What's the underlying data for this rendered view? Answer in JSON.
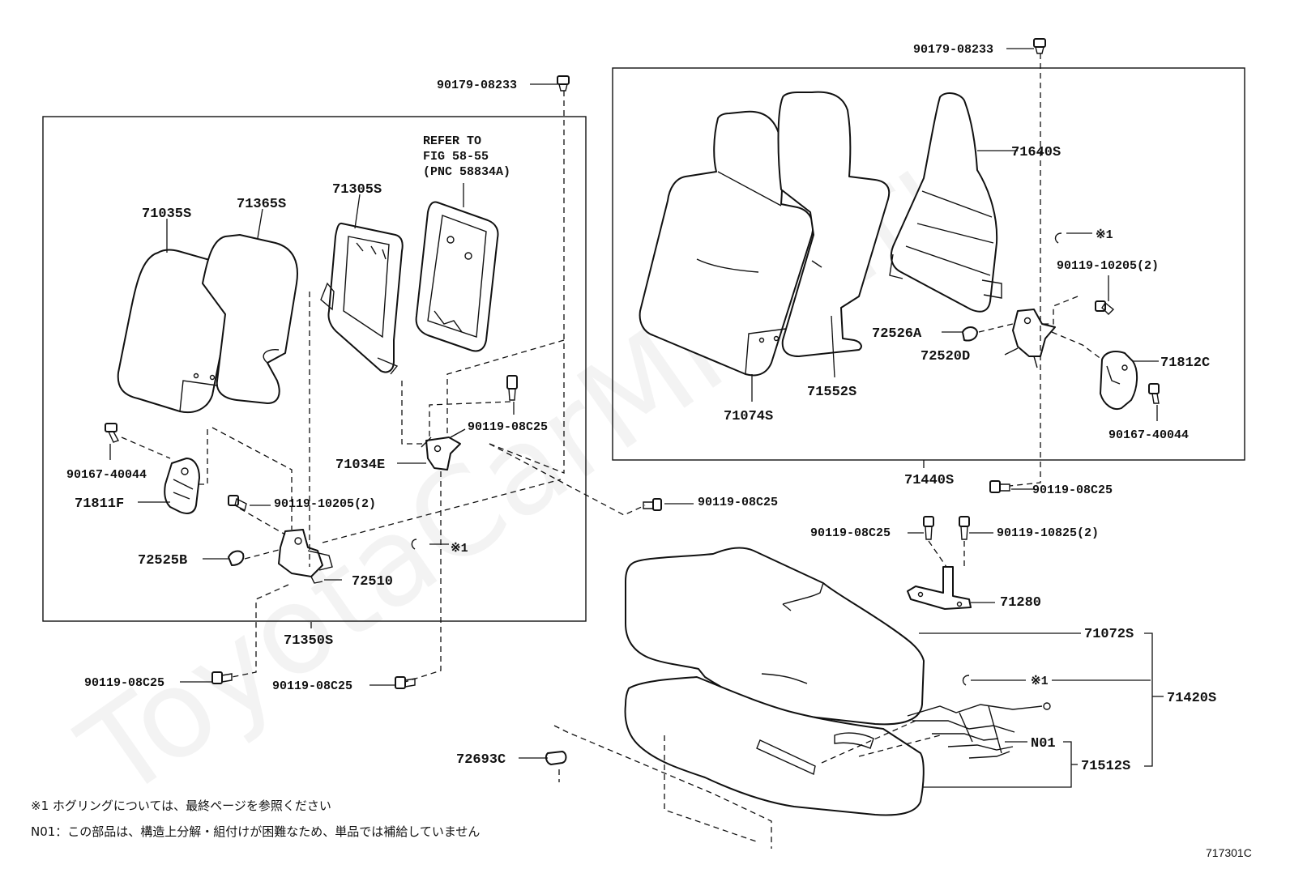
{
  "watermark": "ToyotaCarMine.ru",
  "figure_code": "717301C",
  "notes": {
    "note1": "※1  ホグリングについては、最終ページを参照ください",
    "note2": "N01：この部品は、構造上分解・組付けが困難なため、単品では補給していません"
  },
  "refer": {
    "line1": "REFER TO",
    "line2": "FIG 58-55",
    "line3": "(PNC 58834A)"
  },
  "labels": {
    "p90179_left": "90179-08233",
    "p90179_right": "90179-08233",
    "p71035S": "71035S",
    "p71365S": "71365S",
    "p71305S": "71305S",
    "p71640S": "71640S",
    "p_x1_a": "※1",
    "p_x1_b": "※1",
    "p_x1_c": "※1",
    "p90119_10205_r": "90119-10205(2)",
    "p72526A": "72526A",
    "p72520D": "72520D",
    "p71812C": "71812C",
    "p71074S": "71074S",
    "p71552S": "71552S",
    "p90167_40044_r": "90167-40044",
    "p90119_08C25_a": "90119-08C25",
    "p71034E": "71034E",
    "p90167_40044_l": "90167-40044",
    "p71811F": "71811F",
    "p90119_10205_l": "90119-10205(2)",
    "p90119_08C25_b": "90119-08C25",
    "p71440S": "71440S",
    "p90119_08C25_c": "90119-08C25",
    "p90119_08C25_d": "90119-08C25",
    "p90119_10825": "90119-10825(2)",
    "p72525B": "72525B",
    "p72510": "72510",
    "p71280": "71280",
    "p71350S": "71350S",
    "p71072S": "71072S",
    "p90119_08C25_e": "90119-08C25",
    "p90119_08C25_f": "90119-08C25",
    "p71420S": "71420S",
    "pN01": "N01",
    "p72693C": "72693C",
    "p71512S": "71512S"
  }
}
